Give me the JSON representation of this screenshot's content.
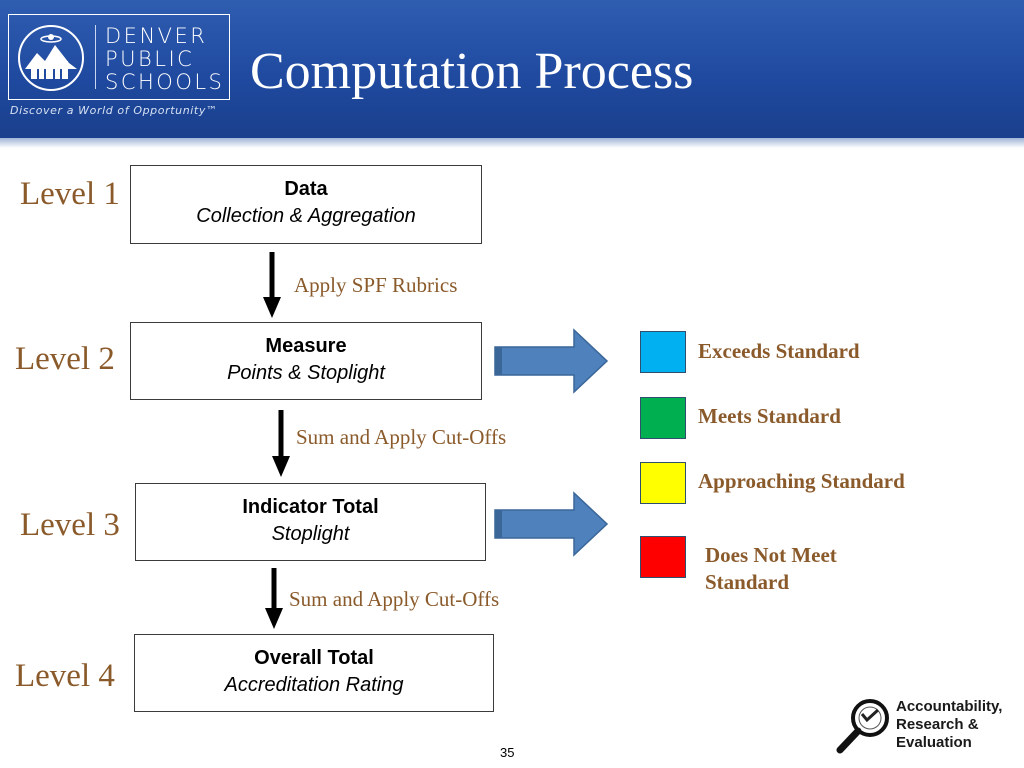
{
  "header": {
    "logo": {
      "line1": "DENVER",
      "line2": "PUBLIC",
      "line3": "SCHOOLS",
      "tagline": "Discover a World of Opportunity™"
    },
    "title": "Computation Process"
  },
  "levels": [
    {
      "level_label": "Level 1",
      "box_title": "Data",
      "box_subtitle": "Collection & Aggregation"
    },
    {
      "level_label": "Level 2",
      "box_title": "Measure",
      "box_subtitle": "Points & Stoplight"
    },
    {
      "level_label": "Level 3",
      "box_title": "Indicator Total",
      "box_subtitle": "Stoplight"
    },
    {
      "level_label": "Level 4",
      "box_title": "Overall Total",
      "box_subtitle": "Accreditation Rating"
    }
  ],
  "steps": [
    {
      "label": "Apply SPF Rubrics"
    },
    {
      "label": "Sum and Apply Cut-Offs"
    },
    {
      "label": "Sum and Apply Cut-Offs"
    }
  ],
  "legend": [
    {
      "label": "Exceeds Standard",
      "color": "#00b0f0"
    },
    {
      "label": "Meets Standard",
      "color": "#00b050"
    },
    {
      "label": "Approaching Standard",
      "color": "#ffff00"
    },
    {
      "label": "Does Not Meet Standard",
      "color": "#ff0000"
    }
  ],
  "footer": {
    "page_number": "35",
    "are_logo": {
      "line1": "Accountability,",
      "line2": "Research &",
      "line3": "Evaluation"
    }
  },
  "colors": {
    "header_blue": "#1f4aa0",
    "label_brown": "#8a5a2b",
    "arrow_blue": "#4f81bd"
  }
}
